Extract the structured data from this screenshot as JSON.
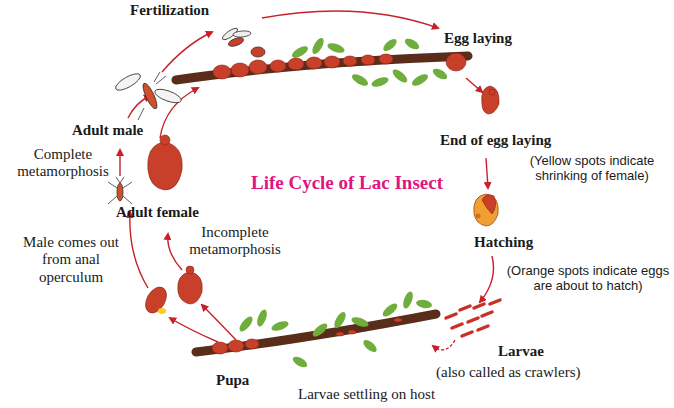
{
  "diagram": {
    "title": "Life Cycle of Lac Insect",
    "labels": [
      "Fertilization",
      "Egg laying",
      "End of egg laying",
      "(Yellow spots indicate shrinking of female)",
      "Hatching",
      "(Orange spots indicate eggs are about to hatch)",
      "Larvae",
      "(also called as crawlers)",
      "Larvae settling on host",
      "Pupa",
      "Male comes out from anal operculum",
      "Incomplete metamorphosis",
      "Adult female",
      "Complete metamorphosis",
      "Adult male"
    ]
  }
}
